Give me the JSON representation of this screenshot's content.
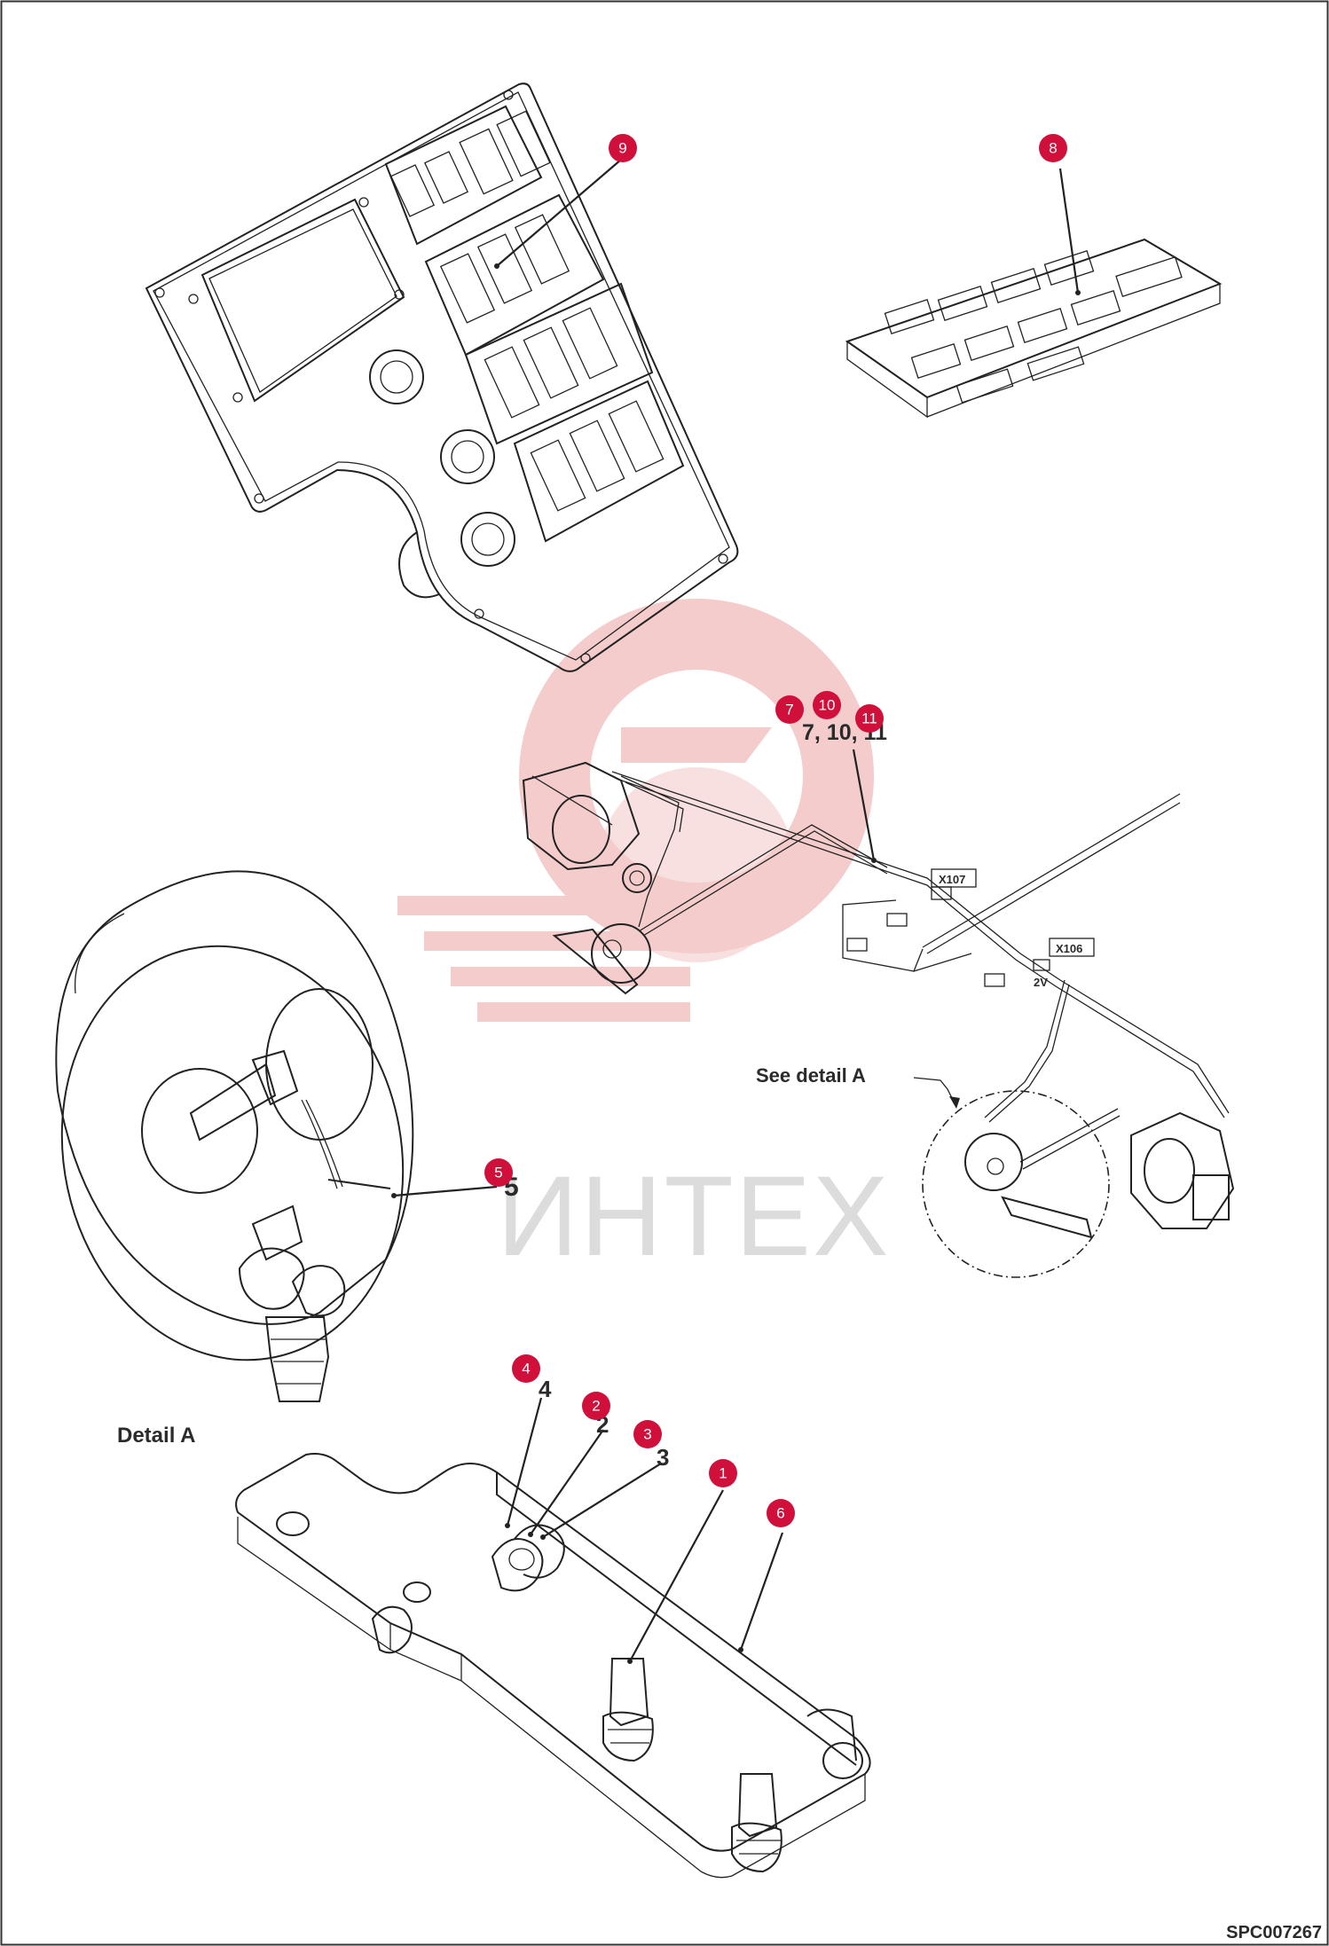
{
  "drawing_code": "SPC007267",
  "watermark_text": "ИНТЕХ",
  "labels": {
    "see_detail": "See detail A",
    "detail_title": "Detail A",
    "harness_refs": "7, 10, 11",
    "item_5_text": "5",
    "item_4_text": "4",
    "item_2_text": "2",
    "item_3_text": "3",
    "connector_x107": "X107",
    "connector_x106": "X106",
    "connector_2v": "2V"
  },
  "callouts": [
    {
      "id": "9",
      "label": "9"
    },
    {
      "id": "8",
      "label": "8"
    },
    {
      "id": "7",
      "label": "7"
    },
    {
      "id": "10",
      "label": "10"
    },
    {
      "id": "11",
      "label": "11"
    },
    {
      "id": "5",
      "label": "5"
    },
    {
      "id": "4",
      "label": "4"
    },
    {
      "id": "2",
      "label": "2"
    },
    {
      "id": "3",
      "label": "3"
    },
    {
      "id": "1",
      "label": "1"
    },
    {
      "id": "6",
      "label": "6"
    }
  ],
  "colors": {
    "callout": "#d0103a",
    "line": "#222222",
    "watermark_gear": "#f3c7c7",
    "watermark_text": "#dcdcdc"
  }
}
